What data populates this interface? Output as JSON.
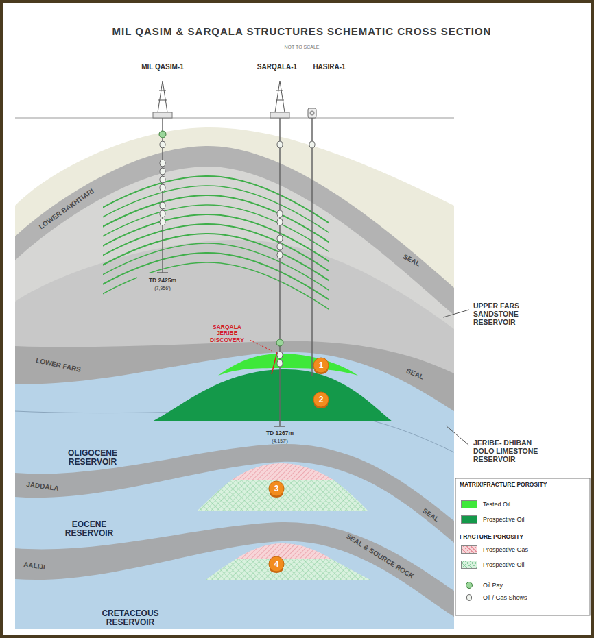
{
  "diagram": {
    "title": "MIL QASIM & SARQALA STRUCTURES SCHEMATIC CROSS SECTION",
    "labels": [
      "NOT TO SCALE",
      "MIL QASIM-1",
      "SARQALA-1",
      "HASIRA-1",
      "LOWER BAKHTIARI",
      "SEAL",
      "TD 2425m",
      "(7,956')",
      "UPPER FARS SANDSTONE RESERVOIR",
      "SARQALA JERIBE DISCOVERY",
      "LOWER FARS",
      "SEAL",
      "1",
      "2",
      "JERIBE- DHIBAN DOLO LIMESTONE RESERVOIR",
      "TD 1267m",
      "(4,157')",
      "OLIGOCENE RESERVOIR",
      "JADDALA",
      "3",
      "SEAL",
      "EOCENE RESERVOIR",
      "SEAL & SOURCE ROCK",
      "AALIJI",
      "4",
      "CRETACEOUS RESERVOIR",
      "MATRIX/FRACTURE POROSITY",
      "FRACTURE POROSITY"
    ],
    "legend": [
      {
        "text": "Tested Oil",
        "color": "#3ee83a"
      },
      {
        "text": "Prospective Oil",
        "color": "#14994a"
      },
      {
        "text": "Prospective Gas",
        "color": "#f7d5d8"
      },
      {
        "text": "Prospective Oil",
        "color": "#d9f1de"
      },
      {
        "text": "Oil Pay"
      },
      {
        "text": "Oil / Gas Shows"
      }
    ]
  }
}
